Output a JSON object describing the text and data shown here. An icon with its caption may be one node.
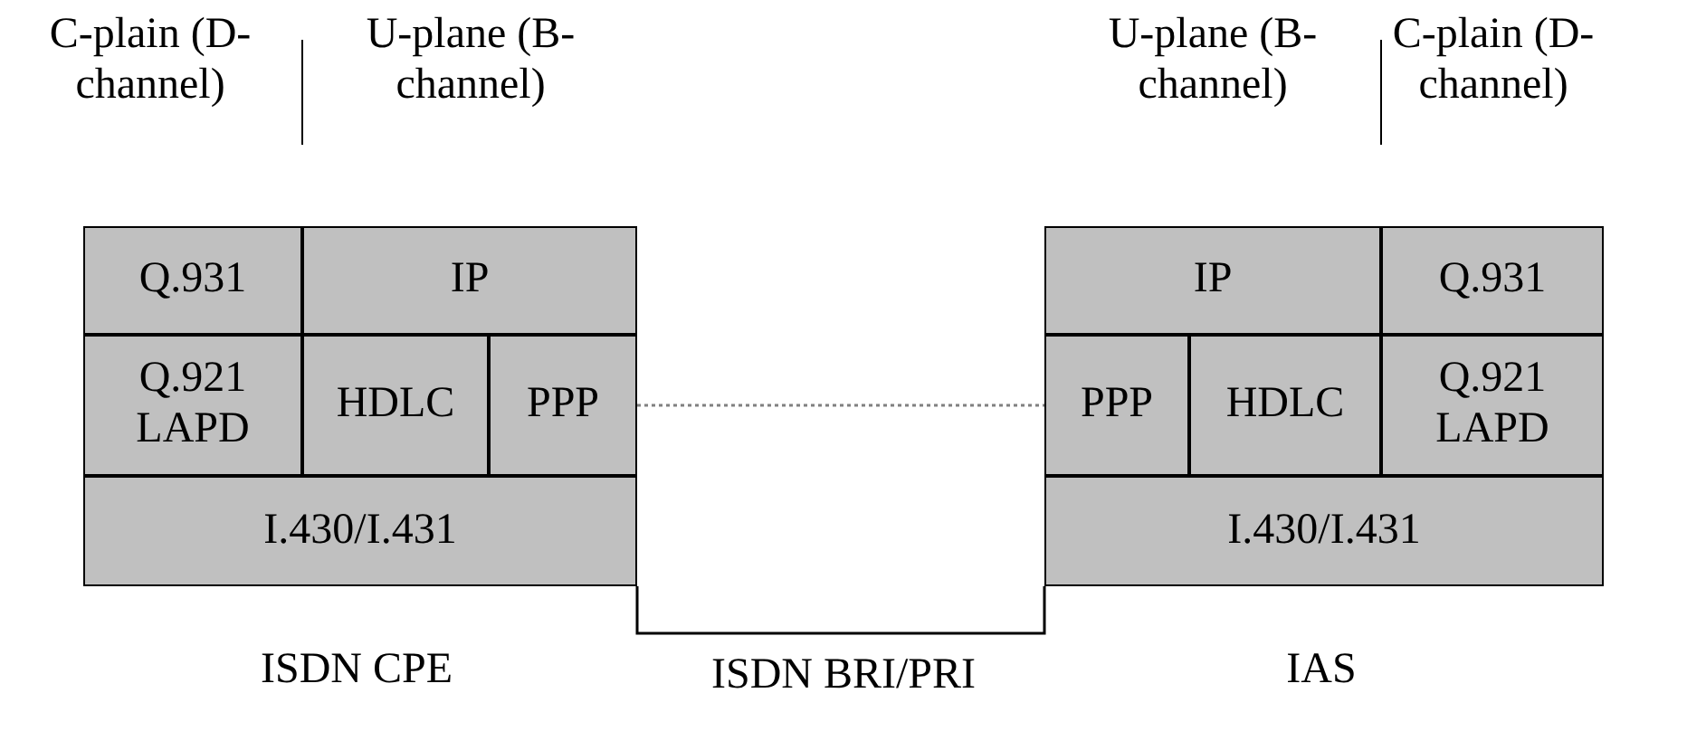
{
  "diagram": {
    "nodes": [
      {
        "text": [
          "Q.931"
        ]
      },
      {
        "text": [
          "IP"
        ]
      },
      {
        "text": [
          "Q.921 LAPD"
        ]
      },
      {
        "text": [
          "HDLC"
        ]
      },
      {
        "text": [
          "PPP"
        ]
      },
      {
        "text": [
          "I.430/I.431"
        ]
      },
      {
        "text": [
          "IP"
        ]
      },
      {
        "text": [
          "Q.931"
        ]
      },
      {
        "text": [
          "PPP"
        ]
      },
      {
        "text": [
          "HDLC"
        ]
      },
      {
        "text": [
          "Q.921 LAPD"
        ]
      },
      {
        "text": [
          "I.430/I.431"
        ]
      }
    ],
    "edges": [
      {
        "from": 4,
        "to": 8,
        "arrow": "none",
        "style": "dashed",
        "color": "#808080"
      },
      {
        "from": 5,
        "to": 11,
        "arrow": "none",
        "color": "#000000"
      }
    ],
    "labels": [
      "C-plain (D-channel)",
      "U-plane (B-channel)",
      "U-plane (B-channel)",
      "C-plain (D-channel)",
      "ISDN CPE",
      "ISDN BRI/PRI",
      "IAS"
    ]
  }
}
